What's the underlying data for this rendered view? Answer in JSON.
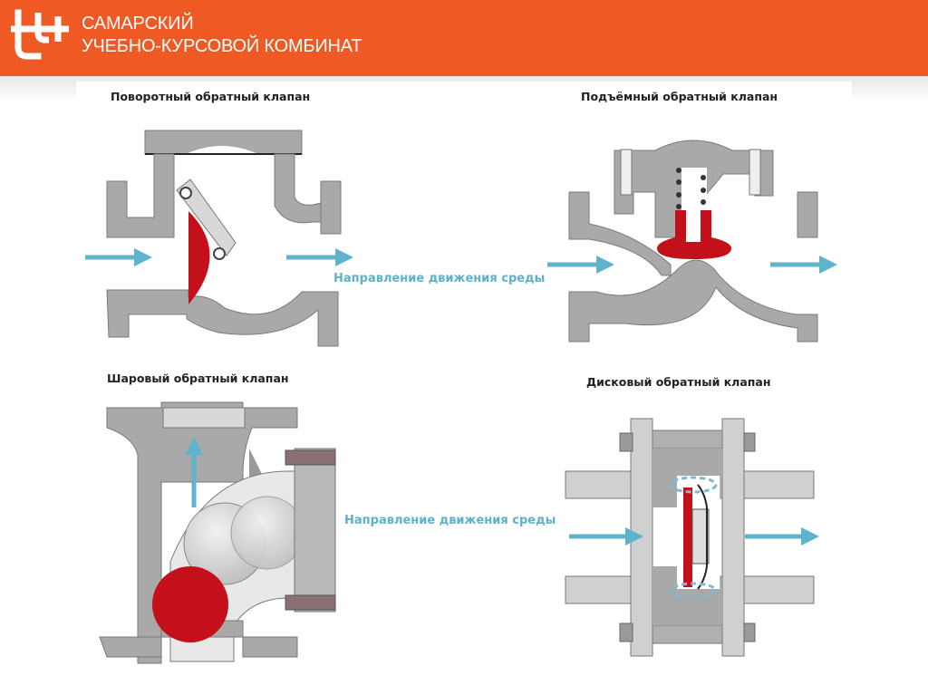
{
  "header": {
    "brand_line1": "САМАРСКИЙ",
    "brand_line2": "УЧЕБНО-КУРСОВОЙ КОМБИНАТ",
    "logo_icon": "tt-plus-logo-icon",
    "background_color": "#ef5a24"
  },
  "diagrams": {
    "swing": {
      "title": "Поворотный обратный клапан"
    },
    "lift": {
      "title": "Подъёмный обратный клапан"
    },
    "ball": {
      "title": "Шаровый обратный клапан"
    },
    "disc": {
      "title": "Дисковый обратный клапан"
    }
  },
  "flow_labels": {
    "top": "Направление движения среды",
    "bottom": "Направление движения среды"
  },
  "colors": {
    "body_gray": "#a9a9a9",
    "closure_red": "#c4101a",
    "arrow_blue": "#5fb3cc"
  }
}
